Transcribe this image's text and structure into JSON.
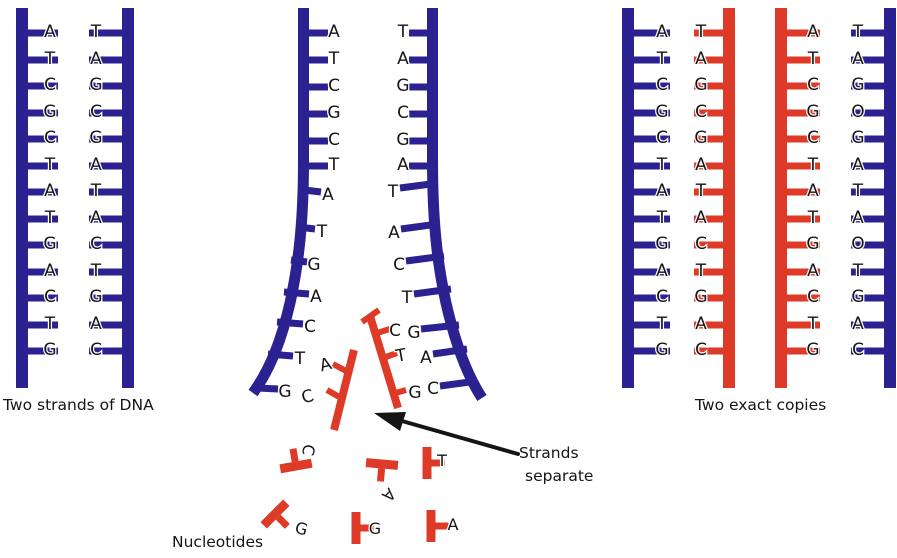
{
  "colors": {
    "strand_parent_blue": "#2b2191",
    "strand_new_red": "#dd3a28",
    "letter_ink": "#151515",
    "background": "#ffffff"
  },
  "labels": {
    "left_ladder": "Two strands of DNA",
    "right_copies": "Two exact copies",
    "nucleotides": "Nucleotides",
    "strands_separate": [
      "Strands",
      "separate"
    ]
  },
  "left_ladder": {
    "pairs": [
      [
        "A",
        "T"
      ],
      [
        "T",
        "A"
      ],
      [
        "C",
        "G"
      ],
      [
        "G",
        "C"
      ],
      [
        "C",
        "G"
      ],
      [
        "T",
        "A"
      ],
      [
        "A",
        "T"
      ],
      [
        "T",
        "A"
      ],
      [
        "G",
        "C"
      ],
      [
        "A",
        "T"
      ],
      [
        "C",
        "G"
      ],
      [
        "T",
        "A"
      ],
      [
        "G",
        "C"
      ]
    ]
  },
  "fork": {
    "straight_pairs": [
      [
        "A",
        "T"
      ],
      [
        "T",
        "A"
      ],
      [
        "C",
        "G"
      ],
      [
        "G",
        "C"
      ],
      [
        "C",
        "G"
      ],
      [
        "T",
        "A"
      ]
    ],
    "left_branch": [
      "A",
      "T",
      "G",
      "A",
      "C",
      "T",
      "G"
    ],
    "right_branch": [
      "T",
      "A",
      "C",
      "T",
      "G",
      "A",
      "C"
    ],
    "left_incoming": [
      "A",
      "C"
    ],
    "right_incoming": [
      "C",
      "T",
      "G"
    ]
  },
  "copies": {
    "copy1": {
      "pairs": [
        [
          "A",
          "T"
        ],
        [
          "T",
          "A"
        ],
        [
          "C",
          "G"
        ],
        [
          "G",
          "C"
        ],
        [
          "C",
          "G"
        ],
        [
          "T",
          "A"
        ],
        [
          "A",
          "T"
        ],
        [
          "T",
          "A"
        ],
        [
          "G",
          "C"
        ],
        [
          "A",
          "T"
        ],
        [
          "C",
          "G"
        ],
        [
          "T",
          "A"
        ],
        [
          "G",
          "C"
        ]
      ]
    },
    "copy2": {
      "pairs": [
        [
          "A",
          "T"
        ],
        [
          "T",
          "A"
        ],
        [
          "C",
          "G"
        ],
        [
          "G",
          "O"
        ],
        [
          "C",
          "G"
        ],
        [
          "T",
          "A"
        ],
        [
          "A",
          "T"
        ],
        [
          "T",
          "A"
        ],
        [
          "G",
          "O"
        ],
        [
          "A",
          "T"
        ],
        [
          "C",
          "G"
        ],
        [
          "T",
          "A"
        ],
        [
          "G",
          "C"
        ]
      ]
    }
  },
  "free_nucleotides": [
    "C",
    "A",
    "T",
    "G",
    "G",
    "A"
  ]
}
